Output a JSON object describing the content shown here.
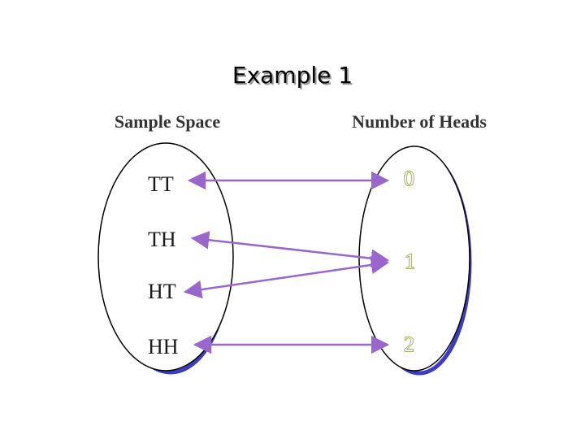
{
  "title": "Example 1",
  "sample_space_label": "Sample Space",
  "number_of_heads_label": "Number of Heads",
  "outcomes": [
    "TT",
    "TH",
    "HT",
    "HH"
  ],
  "counts": [
    "0",
    "1",
    "2"
  ],
  "mappings": [
    {
      "from": "TT",
      "to": "0"
    },
    {
      "from": "TH",
      "to": "1"
    },
    {
      "from": "HT",
      "to": "1"
    },
    {
      "from": "HH",
      "to": "2"
    }
  ],
  "colors": {
    "arrow": "#9966cc",
    "ellipse_shadow": "#3b3bc4",
    "count_outline": "#8a9a3a"
  }
}
